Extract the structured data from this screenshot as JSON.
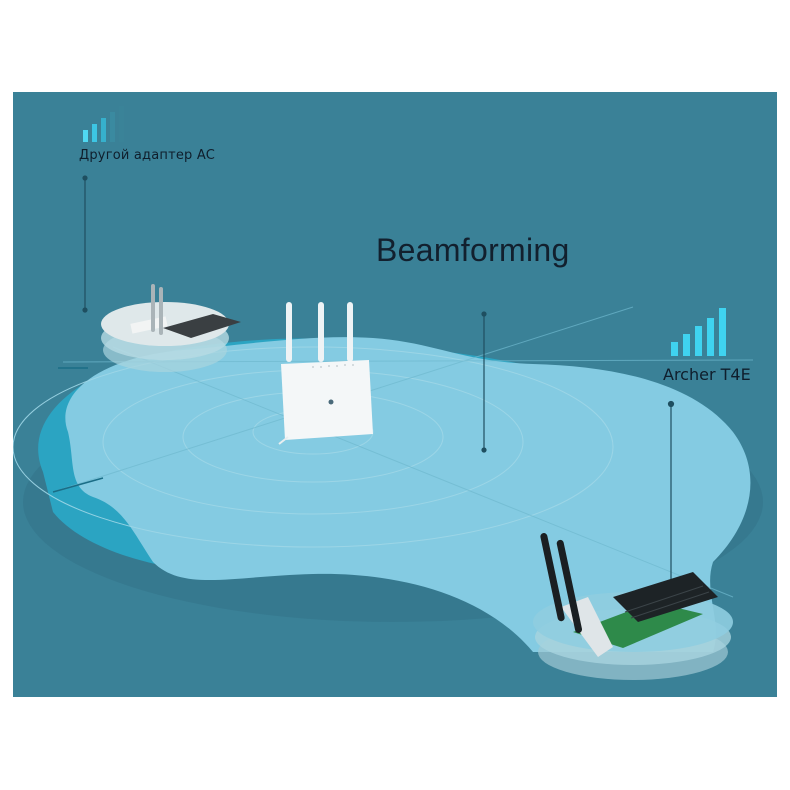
{
  "title": "Beamforming",
  "devices": {
    "other_adapter": {
      "label": "Другой адаптер AC",
      "signal_bars_total": 5,
      "signal_bars_active": 3,
      "icon": "pcie-wifi-adapter-icon"
    },
    "router": {
      "icon": "wifi-router-icon",
      "antennas": 3,
      "brand_mark": "tp-link"
    },
    "archer_t4e": {
      "label": "Archer T4E",
      "signal_bars_total": 5,
      "signal_bars_active": 5,
      "icon": "pcie-wifi-adapter-icon"
    }
  },
  "colors": {
    "background": "#3a8197",
    "coverage_light": "#84cbe2",
    "coverage_mid": "#2ba4c2",
    "bar_active": "#3fd3f0",
    "bar_inactive": "#3a7d92",
    "text": "#12202e"
  }
}
